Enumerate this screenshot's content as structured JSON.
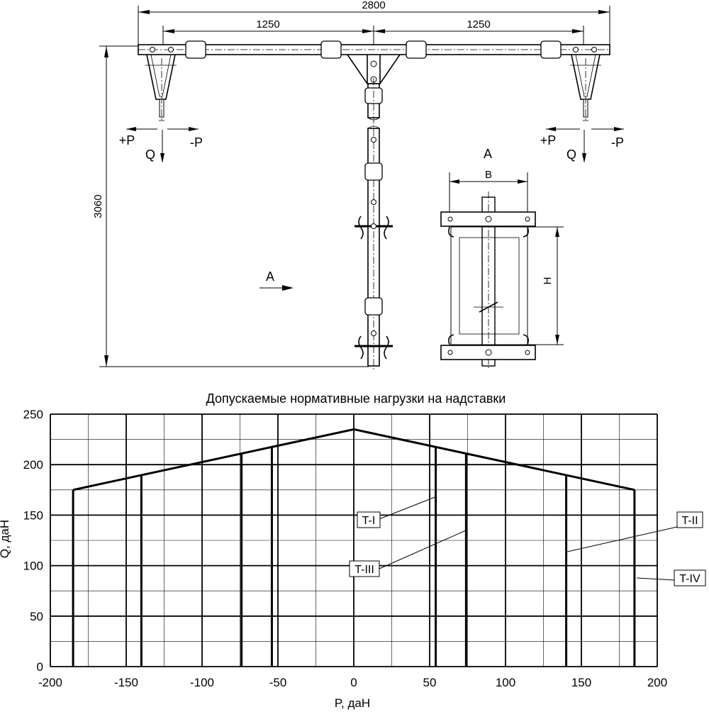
{
  "drawing": {
    "dim_total": "2800",
    "dim_left": "1250",
    "dim_right": "1250",
    "dim_height": "3060",
    "left_plus_p": "+P",
    "left_minus_p": "-P",
    "left_q": "Q",
    "right_plus_p": "+P",
    "right_minus_p": "-P",
    "right_q": "Q",
    "view_arrow_label": "A",
    "view_title": "A",
    "dim_b": "B",
    "dim_h": "H"
  },
  "chart_data": {
    "type": "line",
    "title": "Допускаемые нормативные нагрузки на надставки",
    "xlabel": "P, даН",
    "ylabel": "Q, даН",
    "xlim": [
      -200,
      200
    ],
    "ylim": [
      0,
      250
    ],
    "x_ticks": [
      -200,
      -150,
      -100,
      -50,
      0,
      50,
      100,
      150,
      200
    ],
    "y_ticks": [
      0,
      50,
      100,
      150,
      200,
      250
    ],
    "grid": true,
    "envelope": {
      "x": [
        -185,
        0,
        185
      ],
      "y": [
        175,
        235,
        175
      ]
    },
    "verticals": [
      {
        "x": -185,
        "y": 175
      },
      {
        "x": -140,
        "y": 190
      },
      {
        "x": -74,
        "y": 211
      },
      {
        "x": -54,
        "y": 217
      },
      {
        "x": 54,
        "y": 217
      },
      {
        "x": 74,
        "y": 211
      },
      {
        "x": 140,
        "y": 190
      },
      {
        "x": 185,
        "y": 175
      }
    ],
    "series_labels": [
      "T-I",
      "T-II",
      "T-III",
      "T-IV"
    ]
  }
}
